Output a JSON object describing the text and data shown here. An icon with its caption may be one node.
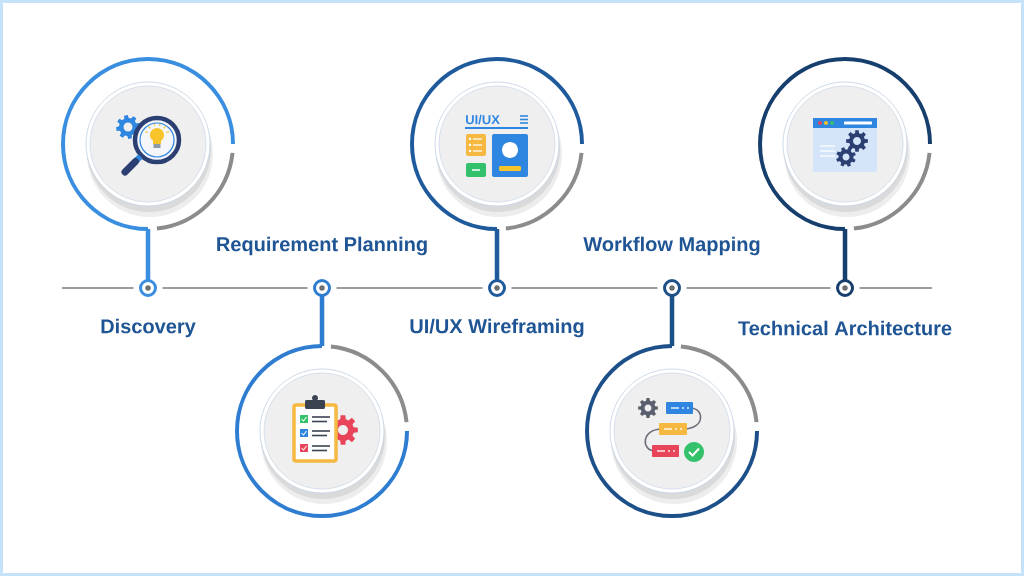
{
  "diagram": {
    "nodes": [
      {
        "text": [],
        "shape": "picture"
      },
      {
        "text": [],
        "shape": "circle"
      },
      {
        "text": [],
        "shape": "circle"
      },
      {
        "text": [],
        "shape": "picture"
      },
      {
        "text": [],
        "shape": "picture"
      },
      {
        "text": [],
        "shape": "circle"
      },
      {
        "text": [],
        "shape": "circle"
      },
      {
        "text": [],
        "shape": "picture"
      },
      {
        "text": [],
        "shape": "picture"
      },
      {
        "text": [],
        "shape": "circle"
      }
    ],
    "edges": [
      {
        "from": null,
        "to": 1,
        "arrow": "none"
      },
      {
        "from": 1,
        "to": 2,
        "arrow": "none"
      },
      {
        "from": 2,
        "to": 5,
        "arrow": "none"
      },
      {
        "from": 5,
        "to": 6,
        "arrow": "none"
      },
      {
        "from": 6,
        "to": 9,
        "arrow": "none"
      },
      {
        "from": 9,
        "to": null,
        "arrow": "none"
      },
      {
        "from": 1,
        "to": 0,
        "arrow": "none",
        "style": "thick",
        "color": "#3a8ee0"
      },
      {
        "from": 2,
        "to": 3,
        "arrow": "none",
        "style": "thick",
        "color": "#2f7dd1"
      },
      {
        "from": 5,
        "to": 4,
        "arrow": "none",
        "style": "thick",
        "color": "#1f5b9c"
      },
      {
        "from": 6,
        "to": 7,
        "arrow": "none",
        "style": "thick",
        "color": "#1d4f88"
      },
      {
        "from": 9,
        "to": 8,
        "arrow": "none",
        "style": "thick",
        "color": "#173f6e"
      }
    ],
    "labels": [
      "UI/UX",
      "Requirement Planning",
      "Workflow Mapping",
      "Discovery",
      "UI/UX Wireframing",
      "Technical Architecture"
    ]
  }
}
